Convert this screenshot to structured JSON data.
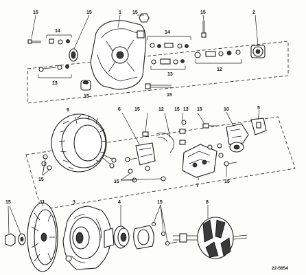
{
  "figure_code": "22-5654",
  "callouts": {
    "c1": "1",
    "c2": "2",
    "c3": "3",
    "c4": "4",
    "c5": "5",
    "c6": "6",
    "c7": "7",
    "c8": "8",
    "c9": "9",
    "c10": "10",
    "c11": "11",
    "c12": "12",
    "c13": "13",
    "c14": "14",
    "c15": "15"
  }
}
